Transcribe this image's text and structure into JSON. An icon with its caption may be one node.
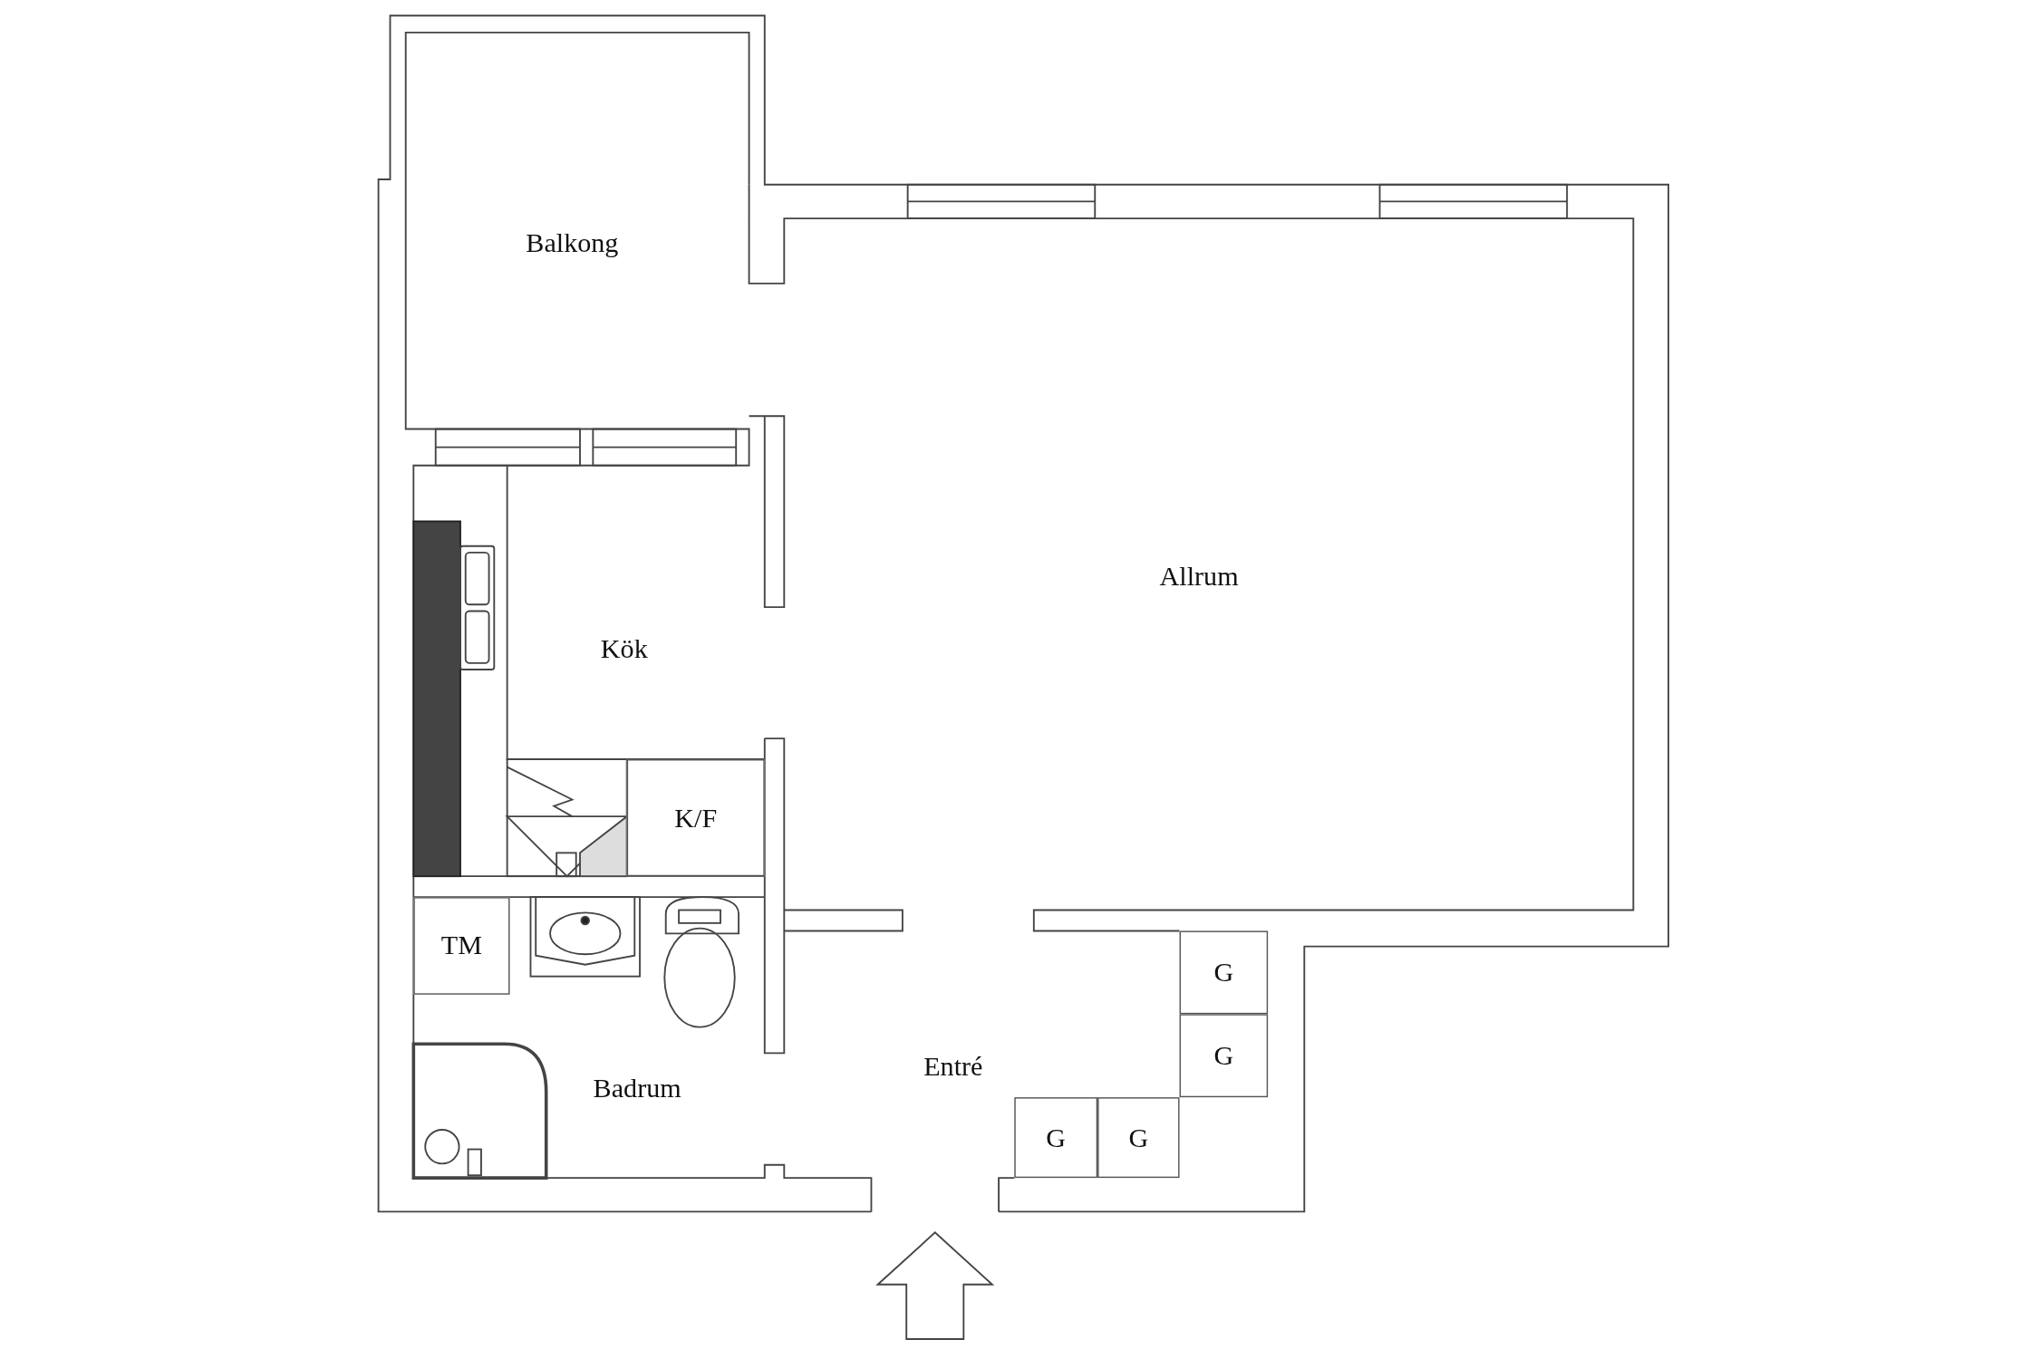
{
  "diagram": {
    "nodes": [
      {
        "text": [
          "Balkong"
        ]
      },
      {
        "text": [
          "Allrum"
        ]
      },
      {
        "text": [
          "Kök"
        ]
      },
      {
        "text": [
          "K/F"
        ]
      },
      {
        "text": [
          "TM"
        ]
      },
      {
        "text": [
          "Badrum"
        ]
      },
      {
        "text": [
          "Entré"
        ]
      },
      {
        "text": [
          "G"
        ]
      },
      {
        "text": [
          "G"
        ]
      },
      {
        "text": [
          "G"
        ]
      },
      {
        "text": [
          "G"
        ]
      }
    ]
  }
}
